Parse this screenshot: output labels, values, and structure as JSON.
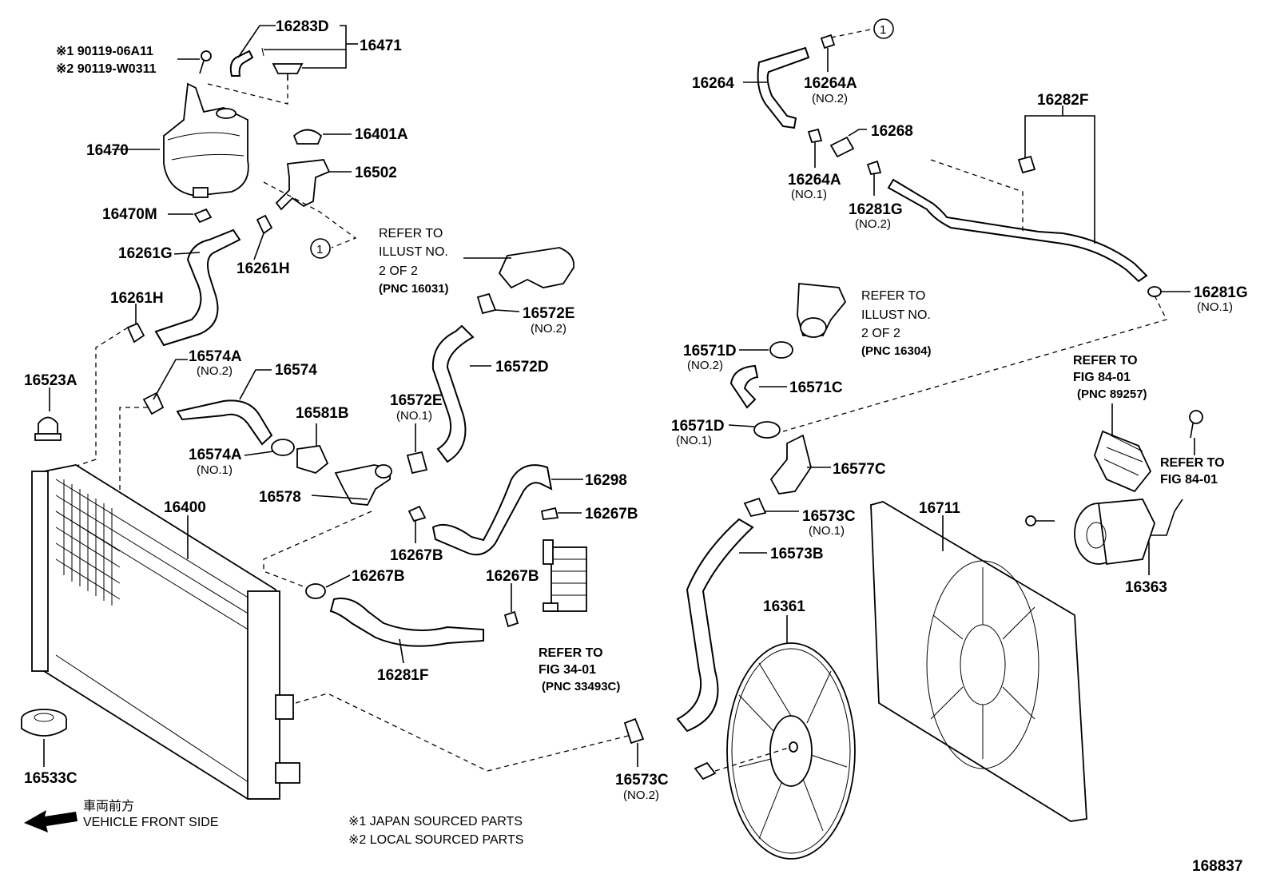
{
  "diagram_id": "168837",
  "parts": {
    "p16283D": "16283D",
    "p16471": "16471",
    "bolt1": "※1 90119-06A11",
    "bolt2": "※2 90119-W0311",
    "p16470": "16470",
    "p16401A": "16401A",
    "p16502": "16502",
    "p16470M": "16470M",
    "p16261G": "16261G",
    "p16261H_a": "16261H",
    "p16261H_b": "16261H",
    "p16523A": "16523A",
    "p16574A_2": "16574A",
    "p16574A_2_sub": "(NO.2)",
    "p16574": "16574",
    "p16581B": "16581B",
    "p16574A_1": "16574A",
    "p16574A_1_sub": "(NO.1)",
    "p16578": "16578",
    "p16572E_2": "16572E",
    "p16572E_2_sub": "(NO.2)",
    "p16572D": "16572D",
    "p16572E_1": "16572E",
    "p16572E_1_sub": "(NO.1)",
    "p16400": "16400",
    "p16298": "16298",
    "p16267B_a": "16267B",
    "p16267B_b": "16267B",
    "p16267B_c": "16267B",
    "p16267B_d": "16267B",
    "p16281F": "16281F",
    "p16533C": "16533C",
    "p16573C_2": "16573C",
    "p16573C_2_sub": "(NO.2)",
    "p16264": "16264",
    "p16264A_2": "16264A",
    "p16264A_2_sub": "(NO.2)",
    "p16268": "16268",
    "p16264A_1": "16264A",
    "p16264A_1_sub": "(NO.1)",
    "p16281G_2": "16281G",
    "p16281G_2_sub": "(NO.2)",
    "p16282F": "16282F",
    "p16281G_1": "16281G",
    "p16281G_1_sub": "(NO.1)",
    "p16571D_2": "16571D",
    "p16571D_2_sub": "(NO.2)",
    "p16571C": "16571C",
    "p16571D_1": "16571D",
    "p16571D_1_sub": "(NO.1)",
    "p16577C": "16577C",
    "p16573C_1": "16573C",
    "p16573C_1_sub": "(NO.1)",
    "p16573B": "16573B",
    "p16711": "16711",
    "p16361": "16361",
    "p16363": "16363"
  },
  "refs": {
    "ref1": [
      "REFER TO",
      "ILLUST NO.",
      "2 OF 2",
      "(PNC 16031)"
    ],
    "ref2": [
      "REFER TO",
      "ILLUST NO.",
      "2 OF 2",
      "(PNC 16304)"
    ],
    "ref3": [
      "REFER TO",
      "FIG 84-01",
      "(PNC 89257)"
    ],
    "ref4": [
      "REFER TO",
      "FIG 84-01"
    ],
    "ref5": [
      "REFER TO",
      "FIG 34-01",
      "(PNC 33493C)"
    ]
  },
  "circle_marker": "1",
  "legend": {
    "direction_jp": "車両前方",
    "direction_en": "VEHICLE FRONT SIDE",
    "note1": "※1 JAPAN SOURCED PARTS",
    "note2": "※2 LOCAL SOURCED PARTS"
  }
}
